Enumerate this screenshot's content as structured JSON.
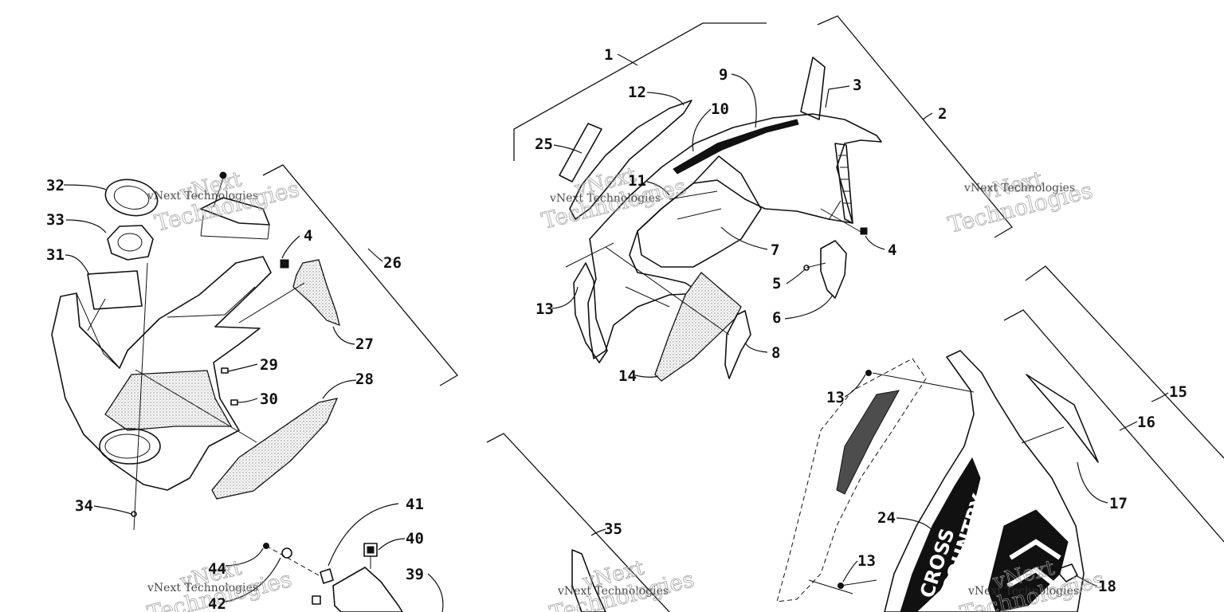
{
  "parts": [
    {
      "id": "1",
      "label": "1"
    },
    {
      "id": "2",
      "label": "2"
    },
    {
      "id": "3",
      "label": "3"
    },
    {
      "id": "4a",
      "label": "4"
    },
    {
      "id": "4b",
      "label": "4"
    },
    {
      "id": "5",
      "label": "5"
    },
    {
      "id": "6",
      "label": "6"
    },
    {
      "id": "7",
      "label": "7"
    },
    {
      "id": "8",
      "label": "8"
    },
    {
      "id": "9",
      "label": "9"
    },
    {
      "id": "10",
      "label": "10"
    },
    {
      "id": "11",
      "label": "11"
    },
    {
      "id": "12",
      "label": "12"
    },
    {
      "id": "13a",
      "label": "13"
    },
    {
      "id": "13b",
      "label": "13"
    },
    {
      "id": "13c",
      "label": "13"
    },
    {
      "id": "14",
      "label": "14"
    },
    {
      "id": "15",
      "label": "15"
    },
    {
      "id": "16",
      "label": "16"
    },
    {
      "id": "17",
      "label": "17"
    },
    {
      "id": "18",
      "label": "18"
    },
    {
      "id": "24",
      "label": "24"
    },
    {
      "id": "25",
      "label": "25"
    },
    {
      "id": "26",
      "label": "26"
    },
    {
      "id": "27",
      "label": "27"
    },
    {
      "id": "28",
      "label": "28"
    },
    {
      "id": "29",
      "label": "29"
    },
    {
      "id": "30",
      "label": "30"
    },
    {
      "id": "31",
      "label": "31"
    },
    {
      "id": "32",
      "label": "32"
    },
    {
      "id": "33",
      "label": "33"
    },
    {
      "id": "34",
      "label": "34"
    },
    {
      "id": "35",
      "label": "35"
    },
    {
      "id": "39",
      "label": "39"
    },
    {
      "id": "40",
      "label": "40"
    },
    {
      "id": "41",
      "label": "41"
    },
    {
      "id": "42",
      "label": "42"
    },
    {
      "id": "44",
      "label": "44"
    }
  ],
  "watermark": {
    "top": "vNext",
    "middle": "Technologies",
    "sub": "vNext Technologies"
  },
  "decal": {
    "line1": "CROSS",
    "line2": "COUNTRY"
  }
}
